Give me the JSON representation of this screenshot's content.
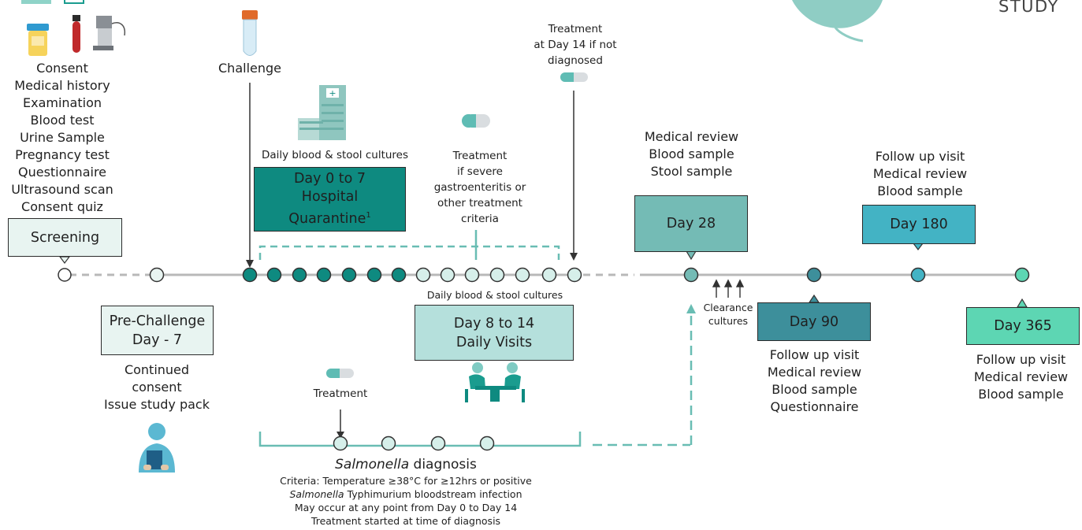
{
  "header": {
    "corner_word": "STUDY"
  },
  "screening": {
    "items": [
      "Consent",
      "Medical history",
      "Examination",
      "Blood test",
      "Urine Sample",
      "Pregnancy test",
      "Questionnaire",
      "Ultrasound scan",
      "Consent quiz"
    ],
    "box_label": "Screening"
  },
  "challenge": {
    "label": "Challenge"
  },
  "hospital": {
    "cultures_label": "Daily blood & stool cultures",
    "box_line1": "Day 0 to 7",
    "box_line2": "Hospital",
    "box_line3": "Quarantine",
    "footnote": "1",
    "color": "#0e8a80"
  },
  "severe_treatment": {
    "lines": [
      "Treatment",
      "if severe",
      "gastroenteritis or",
      "other treatment",
      "criteria"
    ]
  },
  "day14_treatment": {
    "lines": [
      "Treatment",
      "at Day 14 if not",
      "diagnosed"
    ]
  },
  "day28": {
    "above": [
      "Medical review",
      "Blood sample",
      "Stool sample"
    ],
    "box_label": "Day 28",
    "color": "#74bbb5"
  },
  "day180": {
    "above": [
      "Follow up visit",
      "Medical review",
      "Blood sample"
    ],
    "box_label": "Day 180",
    "color": "#43b3c4"
  },
  "pre_challenge": {
    "box_line1": "Pre-Challenge",
    "box_line2": "Day - 7",
    "below": [
      "Continued",
      "consent",
      "Issue study pack"
    ],
    "color": "#e8f4f1"
  },
  "daily_visits": {
    "cultures_label": "Daily blood & stool cultures",
    "box_line1": "Day 8 to 14",
    "box_line2": "Daily Visits",
    "color": "#b5e0dc"
  },
  "clearance": {
    "lines": [
      "Clearance",
      "cultures"
    ]
  },
  "day90": {
    "box_label": "Day 90",
    "below": [
      "Follow up visit",
      "Medical review",
      "Blood sample",
      "Questionnaire"
    ],
    "color": "#3d8f9b"
  },
  "day365": {
    "box_label": "Day 365",
    "below": [
      "Follow up visit",
      "Medical review",
      "Blood sample"
    ],
    "color": "#5dd6b3"
  },
  "diagnosis": {
    "treatment_label": "Treatment",
    "title_italic": "Salmonella",
    "title_rest": " diagnosis",
    "criteria_line1": "Criteria: Temperature ≥38°C for ≥12hrs or positive",
    "criteria_line2_italic": "Salmonella",
    "criteria_line2_rest": " Typhimurium bloodstream infection",
    "criteria_line3": "May occur at any point from Day 0 to Day 14",
    "criteria_line4": "Treatment started at time of diagnosis"
  },
  "colors": {
    "timeline": "#b9b9b9",
    "dashed_teal": "#69bdb3",
    "dark_teal": "#0e8a80",
    "light_circle": "#d6efea"
  }
}
